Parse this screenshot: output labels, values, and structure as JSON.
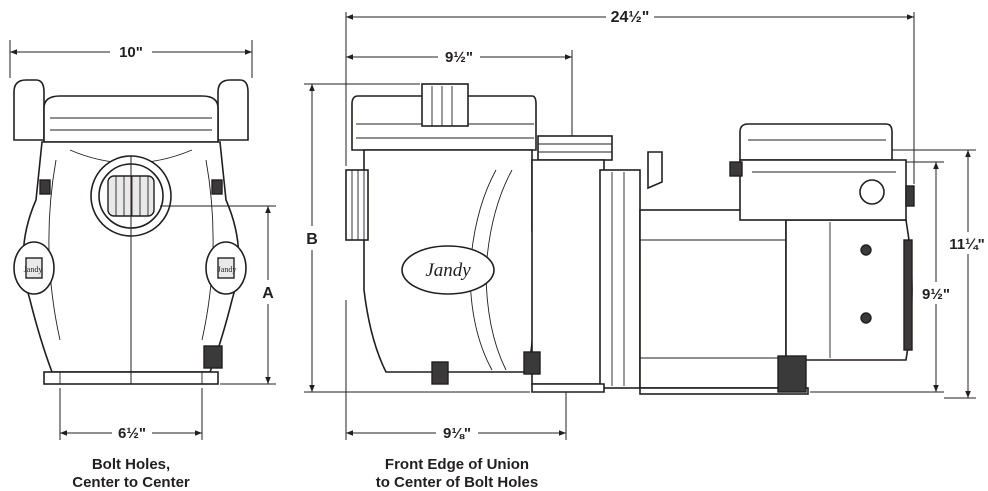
{
  "dimensions": {
    "front_width": "10\"",
    "bolt_spacing": "6½\"",
    "height_a": "A",
    "height_b": "B",
    "overall_length": "24½\"",
    "union_to_front": "9½\"",
    "union_to_bolt": "9⅛\"",
    "motor_height": "9½\"",
    "overall_height": "11¼\""
  },
  "captions": {
    "bolt_line1": "Bolt Holes,",
    "bolt_line2": "Center to Center",
    "union_line1": "Front Edge of Union",
    "union_line2": "to Center of Bolt Holes"
  },
  "brand": {
    "logo": "Jandy",
    "badge": "Jandy"
  }
}
